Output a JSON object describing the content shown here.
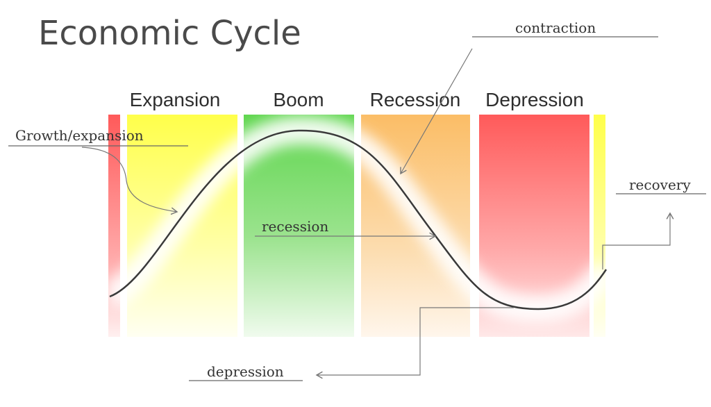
{
  "title": "Economic Cycle",
  "phases": [
    {
      "label": "Expansion",
      "color": "#ffff55"
    },
    {
      "label": "Boom",
      "color": "#66d655"
    },
    {
      "label": "Recession",
      "color": "#fbbf6b"
    },
    {
      "label": "Depression",
      "color": "#ff5c5c"
    }
  ],
  "annotations": {
    "contraction": "contraction",
    "growth": "Growth/expansion",
    "recession": "recession",
    "recovery": "recovery",
    "depression": "depression"
  }
}
